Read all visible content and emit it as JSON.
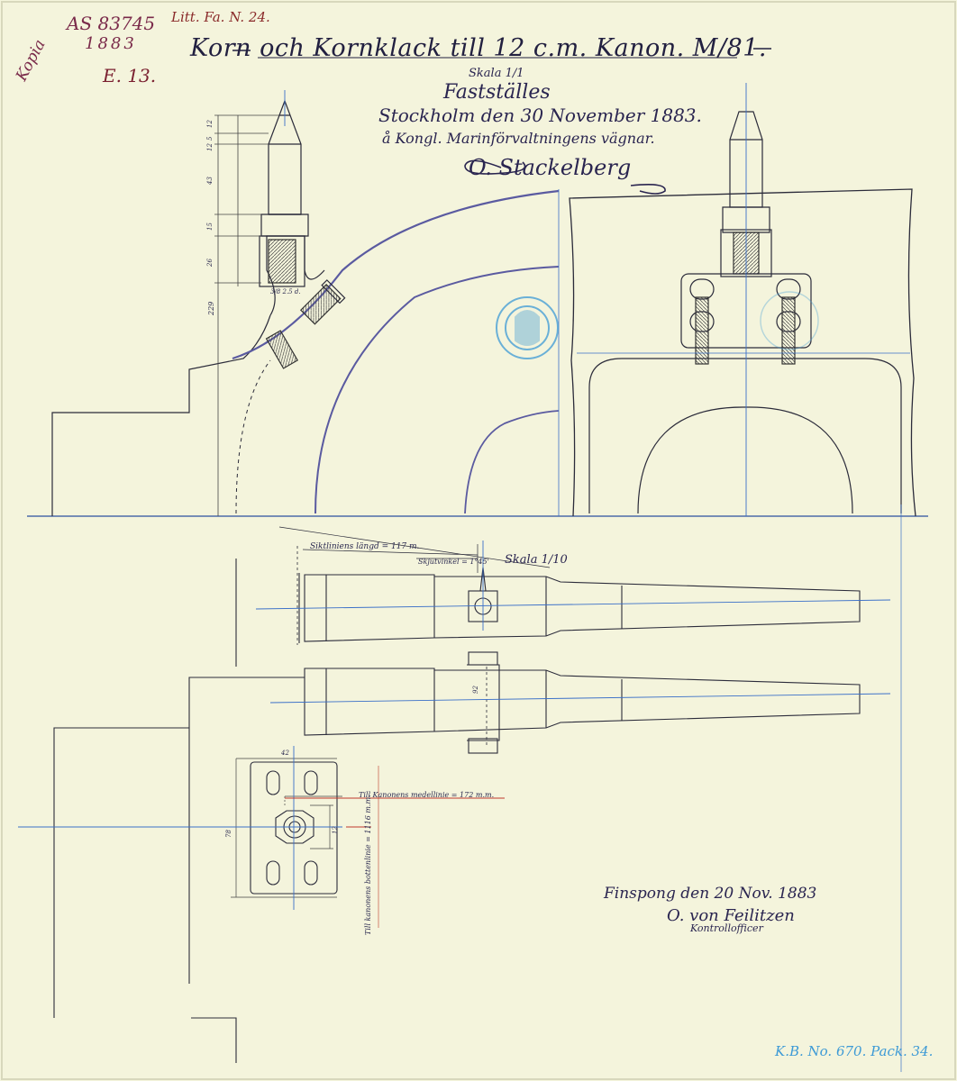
{
  "sheet": {
    "title": "Korn och Kornklack till 12 c.m. Kanon. M/81.",
    "corner_notes": {
      "kopia": "Kopia",
      "archive_no": "AS 83745",
      "archive_year": "1883",
      "drawing_ref": "Litt. Fa. N. 24.",
      "series": "E. 13."
    },
    "scale_top": "Skala 1/1",
    "approval": {
      "line1": "Fastställes",
      "line2": "Stockholm den 30 November 1883.",
      "line3": "å Kongl. Marinförvaltningens vägnar.",
      "signature": "O. Stackelberg"
    },
    "scale_bottom": "Skala 1/10",
    "annotations": {
      "sight_length": "Siktliniens längd = 117 m.",
      "side_angle": "Skjutvinkel = 1°45'",
      "to_axis": "Till Kanonens medellinie = 172 m.m.",
      "bore_height": "Till kanonens bottenlinie = 1116 m.m."
    },
    "dimensions": {
      "d12a": "12",
      "d5": "5",
      "d12b": "12",
      "d43": "43",
      "d15": "15",
      "d26": "26",
      "d229": "229",
      "thread": "3/8 2.5 d.",
      "d92": "92",
      "d42": "42",
      "d78": "78",
      "d12c": "12"
    },
    "footer": {
      "place_date": "Finspong den 20 Nov. 1883",
      "signer": "O. von Feilitzen",
      "role": "Kontrollofficer",
      "archive_mark": "K.B. No. 670. Pack. 34."
    }
  },
  "colors": {
    "paper": "#f4f4dc",
    "ink": "#2a2550",
    "blue_line": "#3a6fc8",
    "red_line": "#c0392b",
    "stamp": "#3d9ad6"
  }
}
